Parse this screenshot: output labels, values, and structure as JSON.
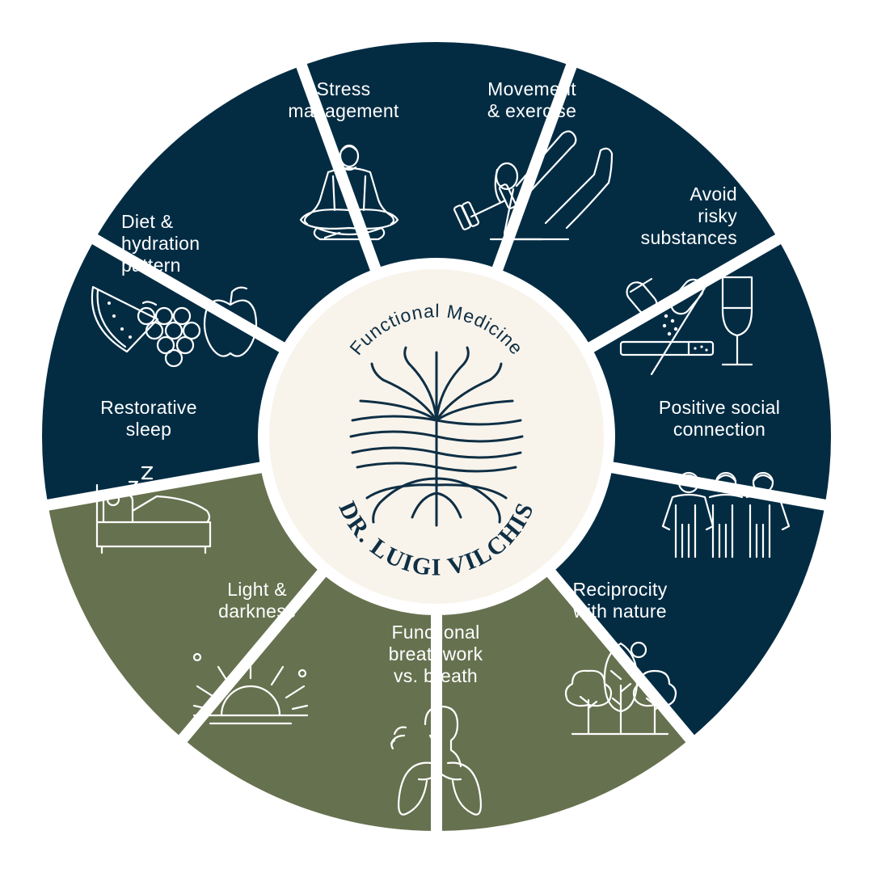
{
  "colors": {
    "navy": "#032c43",
    "olive": "#66714f",
    "center_bg": "#f8f4ec",
    "center_ink": "#0f2f44",
    "gap": "#ffffff"
  },
  "center": {
    "arc_text": "Functional Medicine",
    "name": "DR. LUIGI VILCHIS",
    "logo": "tree-roots-logo-icon"
  },
  "segments": [
    {
      "id": "stress",
      "lines": [
        "Stress",
        "management"
      ],
      "color": "navy",
      "icon": "meditation-icon"
    },
    {
      "id": "movement",
      "lines": [
        "Movement",
        "& exercise"
      ],
      "color": "navy",
      "icon": "exercise-icon"
    },
    {
      "id": "substances",
      "lines": [
        "Avoid",
        "risky",
        "substances"
      ],
      "color": "navy",
      "icon": "no-substances-icon"
    },
    {
      "id": "social",
      "lines": [
        "Positive social",
        "connection"
      ],
      "color": "navy",
      "icon": "people-icon"
    },
    {
      "id": "nature",
      "lines": [
        "Reciprocity",
        "with nature"
      ],
      "color": "olive",
      "icon": "trees-icon"
    },
    {
      "id": "breathwork",
      "lines": [
        "Functional",
        "breathwork",
        "vs. breath"
      ],
      "color": "olive",
      "icon": "lungs-icon"
    },
    {
      "id": "light",
      "lines": [
        "Light &",
        "darkness"
      ],
      "color": "olive",
      "icon": "sunrise-icon"
    },
    {
      "id": "sleep",
      "lines": [
        "Restorative",
        "sleep"
      ],
      "color": "navy",
      "icon": "bed-icon"
    },
    {
      "id": "diet",
      "lines": [
        "Diet &",
        "hydration",
        "pattern"
      ],
      "color": "navy",
      "icon": "fruits-icon"
    }
  ]
}
